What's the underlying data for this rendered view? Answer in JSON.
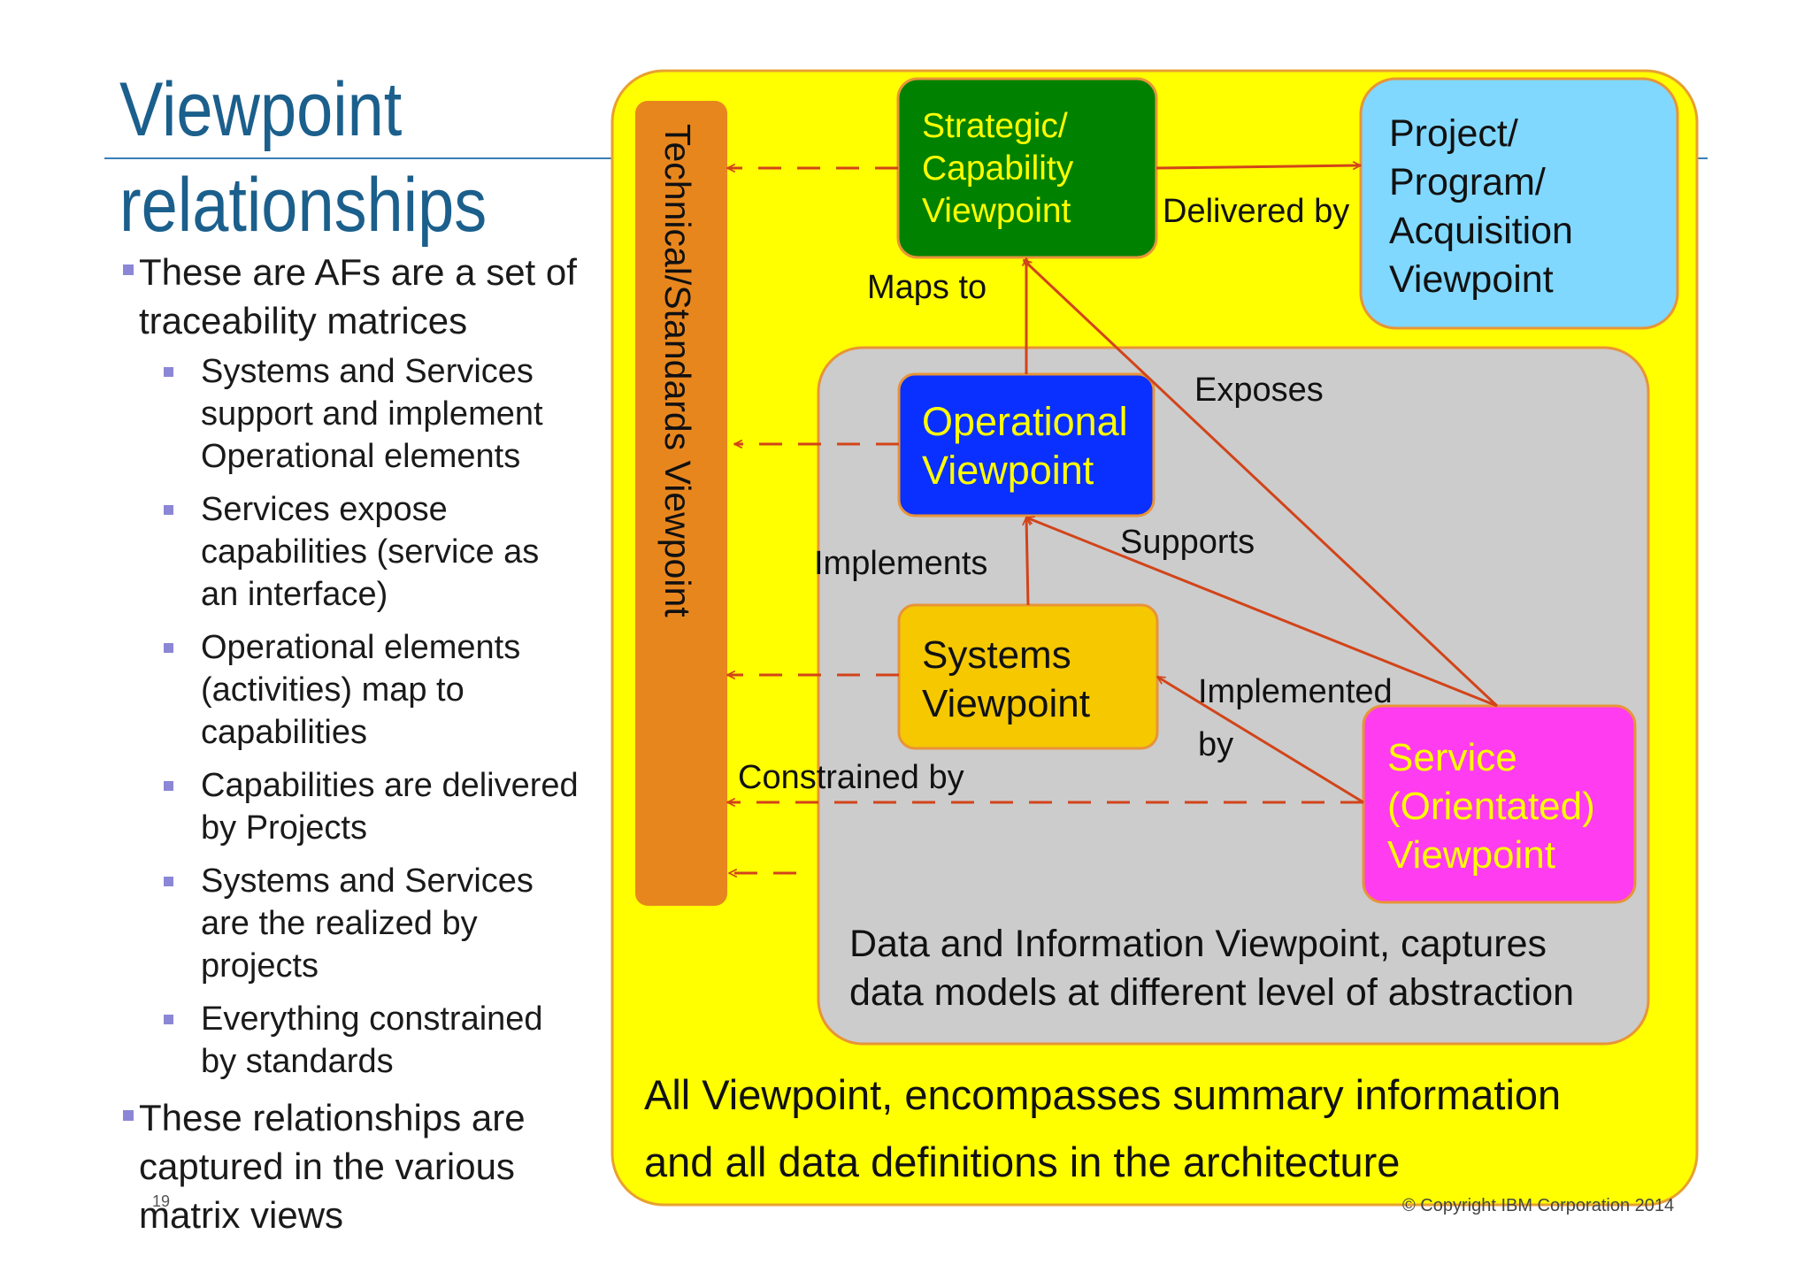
{
  "title": {
    "line1": "Viewpoint",
    "line2": "relationships"
  },
  "bullets": [
    {
      "text": "These are AFs are a set of traceability matrices",
      "sub": [
        "Systems and Services support and implement Operational elements",
        "Services expose capabilities (service as an interface)",
        "Operational elements (activities) map to capabilities",
        "Capabilities are delivered by Projects",
        "Systems and Services are the realized by projects",
        "Everything constrained by standards"
      ]
    },
    {
      "text": "These relationships are captured in the various matrix views",
      "sub": []
    }
  ],
  "page_number": "19",
  "copyright": "© Copyright IBM Corporation 2014",
  "diagram": {
    "technical_viewpoint": "Technical/Standards Viewpoint",
    "strategic": [
      "Strategic/",
      "Capability",
      "Viewpoint"
    ],
    "project": [
      "Project/",
      "Program/",
      "Acquisition",
      "Viewpoint"
    ],
    "operational": [
      "Operational",
      "Viewpoint"
    ],
    "systems": [
      "Systems",
      "Viewpoint"
    ],
    "service": [
      "Service",
      "(Orientated)",
      "Viewpoint"
    ],
    "data_info": [
      "Data and Information Viewpoint, captures",
      "data models at different level of abstraction"
    ],
    "all_viewpoint": [
      "All Viewpoint, encompasses summary information",
      "and all data definitions in the architecture"
    ],
    "edge_labels": {
      "delivered_by": "Delivered by",
      "maps_to": "Maps to",
      "exposes": "Exposes",
      "supports": "Supports",
      "implements": "Implements",
      "implemented_by_1": "Implemented",
      "implemented_by_2": "by",
      "constrained_by": "Constrained by"
    }
  },
  "colors": {
    "title": "#1b5f8c",
    "all_viewpoint_bg": "#ffff00",
    "technical_bg": "#e8861e",
    "strategic_bg": "#008200",
    "project_bg": "#80d8ff",
    "data_bg": "#cccccc",
    "operational_bg": "#0a30ff",
    "systems_bg": "#f5c800",
    "service_bg": "#ff3cf0",
    "arrow": "#d2441a",
    "box_border": "#e89438"
  }
}
